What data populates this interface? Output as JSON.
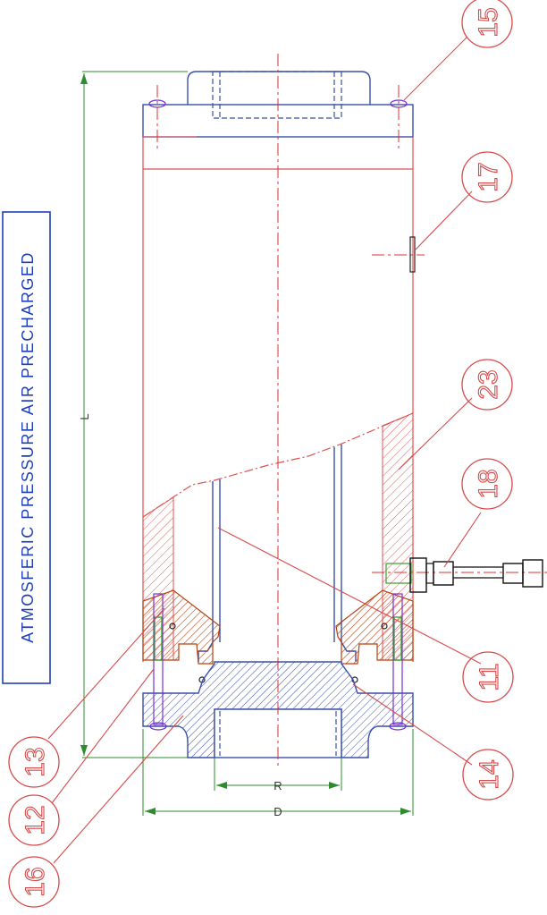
{
  "note": {
    "text": "ATMOSFERIC PRESSURE AIR PRECHARGED"
  },
  "dimensions": {
    "length_label": "L",
    "diameter_label": "D",
    "thread_label": "R"
  },
  "balloons": [
    {
      "id": "15"
    },
    {
      "id": "17"
    },
    {
      "id": "23"
    },
    {
      "id": "18"
    },
    {
      "id": "11"
    },
    {
      "id": "14"
    },
    {
      "id": "13"
    },
    {
      "id": "12"
    },
    {
      "id": "16"
    }
  ],
  "colors": {
    "outline_red": "#e05050",
    "part_blue": "#3a4fa8",
    "dimension_green": "#2e8b2e",
    "hatch_orange": "#c0501f",
    "seal_green": "#30a030",
    "bolt_purple": "#7a2fd0"
  }
}
